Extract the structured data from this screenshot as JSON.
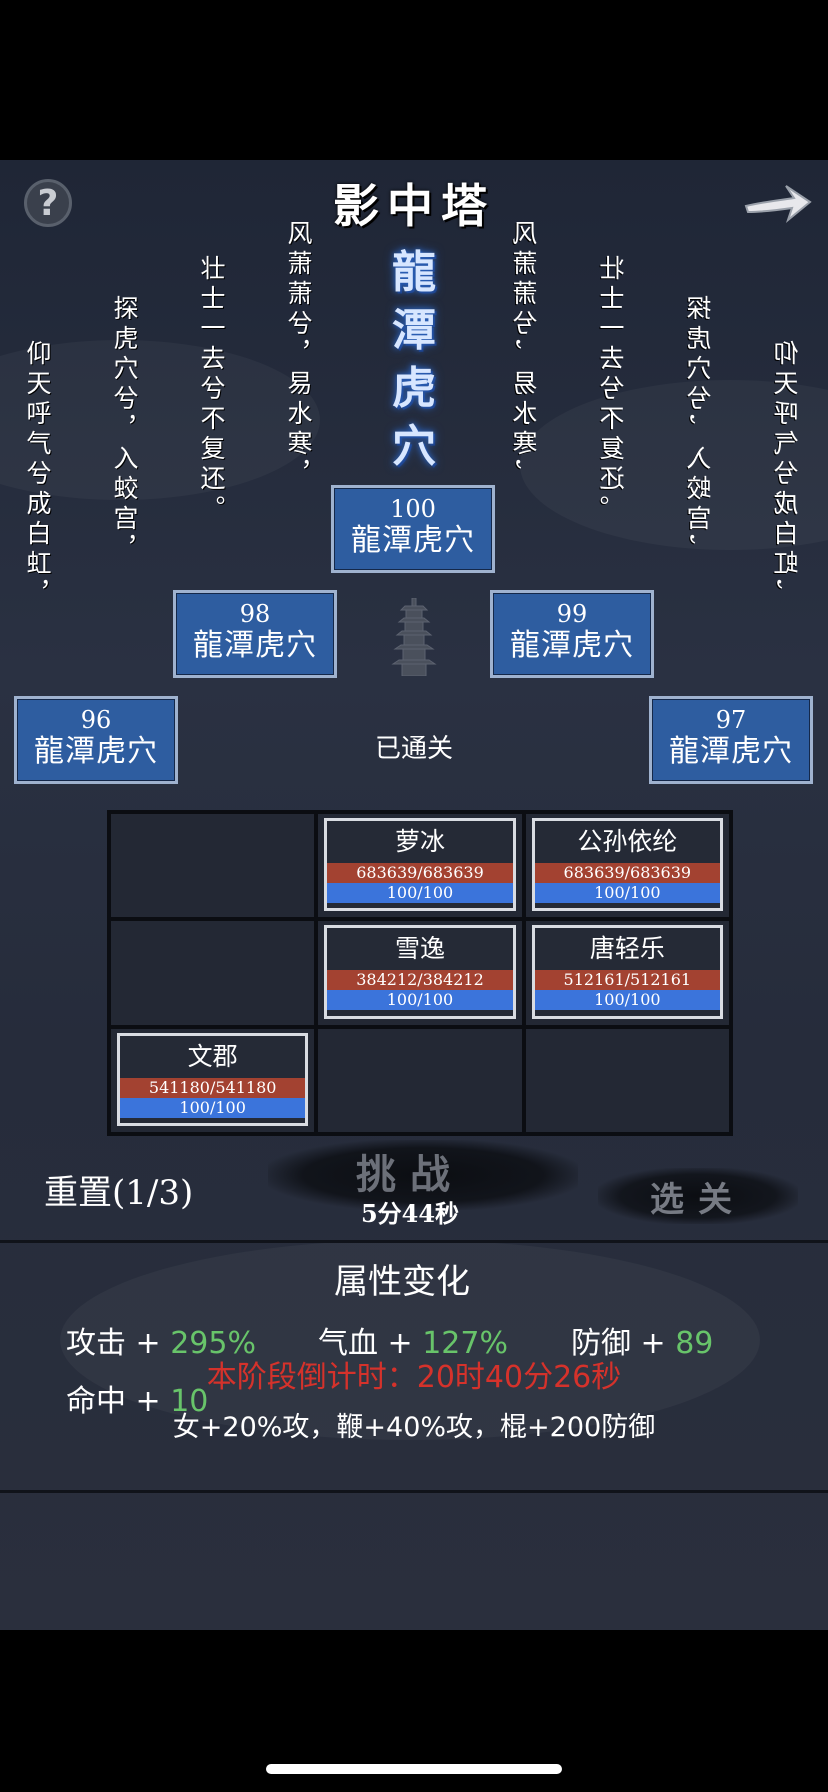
{
  "header": {
    "title": "影中塔",
    "stage_name": "龍潭虎穴",
    "help_icon": "question-icon",
    "next_icon": "arrow-right-icon"
  },
  "poem": {
    "left": [
      "仰天呼气兮成白虹，",
      "探虎穴兮，入蛟宫，",
      "壮士一去兮不复还。",
      "风萧萧兮，易水寒，"
    ],
    "right_mirrored": [
      "风萧萧兮，易水寒，",
      "壮士一去兮不复还。",
      "探虎穴兮，入蛟宫，",
      "仰天呼气兮成白虹，"
    ]
  },
  "floors": [
    {
      "num": "100",
      "name": "龍潭虎穴"
    },
    {
      "num": "98",
      "name": "龍潭虎穴"
    },
    {
      "num": "99",
      "name": "龍潭虎穴"
    },
    {
      "num": "96",
      "name": "龍潭虎穴"
    },
    {
      "num": "97",
      "name": "龍潭虎穴"
    }
  ],
  "status": "已通关",
  "formation": {
    "units": [
      {
        "name": "萝冰",
        "hp": "683639/683639",
        "mp": "100/100"
      },
      {
        "name": "公孙依纶",
        "hp": "683639/683639",
        "mp": "100/100"
      },
      {
        "name": "雪逸",
        "hp": "384212/384212",
        "mp": "100/100"
      },
      {
        "name": "唐轻乐",
        "hp": "512161/512161",
        "mp": "100/100"
      },
      {
        "name": "文郡",
        "hp": "541180/541180",
        "mp": "100/100"
      }
    ]
  },
  "actions": {
    "reset": "重置(1/3)",
    "challenge": "挑战",
    "challenge_timer": "5分44秒",
    "select_stage": "选关"
  },
  "attributes": {
    "title": "属性变化",
    "items": [
      {
        "label": "攻击 + ",
        "value": "295%"
      },
      {
        "label": "气血 + ",
        "value": "127%"
      },
      {
        "label": "防御 + ",
        "value": "89"
      },
      {
        "label": "命中 + ",
        "value": "10"
      }
    ]
  },
  "footer": {
    "countdown": "本阶段倒计时：20时40分26秒",
    "bonus": "女+20%攻，鞭+40%攻，棍+200防御"
  },
  "colors": {
    "accent_green": "#68c46a",
    "countdown_red": "#d5322b",
    "floor_blue": "#2e5da0",
    "hp_red": "#a34231",
    "mp_blue": "#3b74db"
  }
}
